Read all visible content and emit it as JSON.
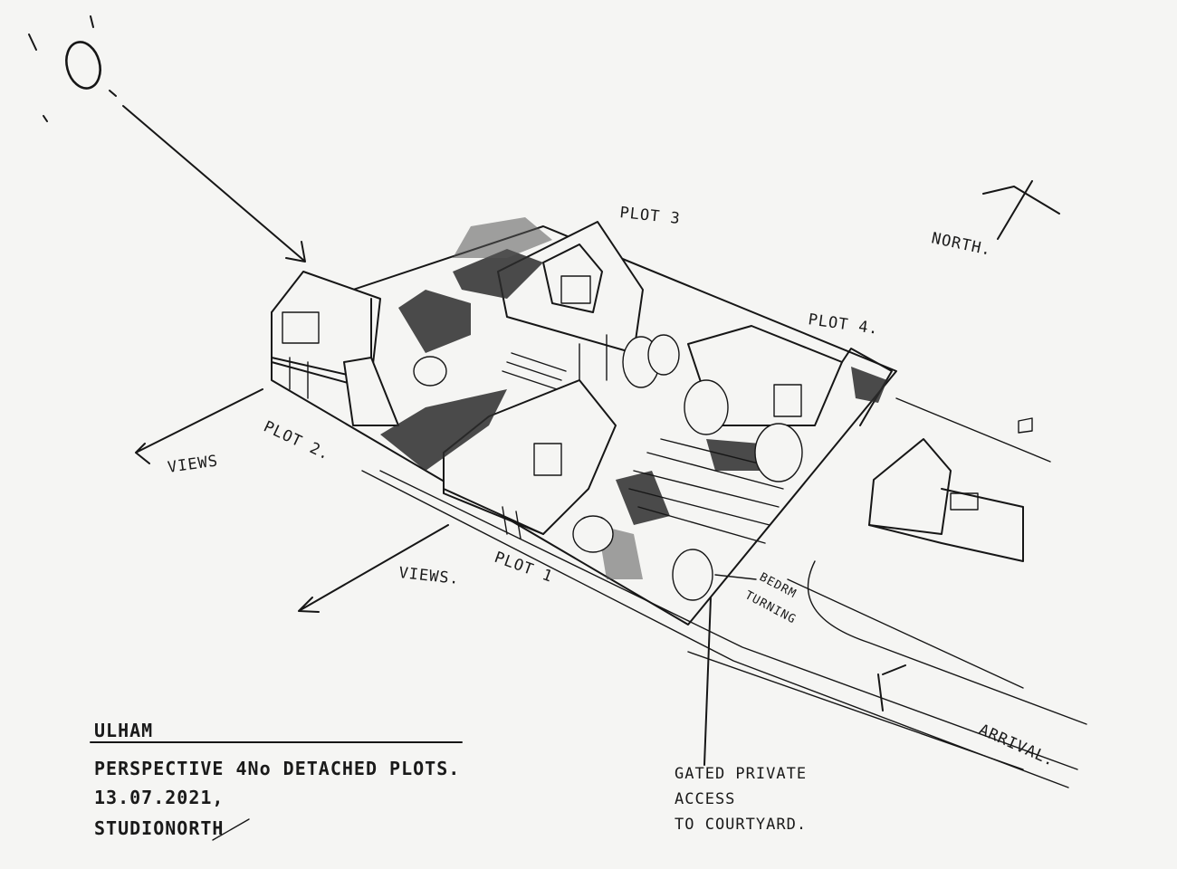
{
  "labels": {
    "plot1": "PLOT 1",
    "plot2": "PLOT 2.",
    "plot3": "PLOT 3",
    "plot4": "PLOT 4.",
    "north": "NORTH.",
    "views_left": "VIEWS",
    "views_bottom": "VIEWS.",
    "bedroom_turning": [
      "BEDRM",
      "TURNING"
    ],
    "arrival": "ARRIVAL.",
    "gated_note": [
      "GATED PRIVATE",
      "ACCESS",
      "TO COURTYARD."
    ]
  },
  "title_block": {
    "project": "ULHAM",
    "subtitle": "PERSPECTIVE 4No DETACHED PLOTS.",
    "date": "13.07.2021,",
    "author": "STUDIONORTH"
  }
}
